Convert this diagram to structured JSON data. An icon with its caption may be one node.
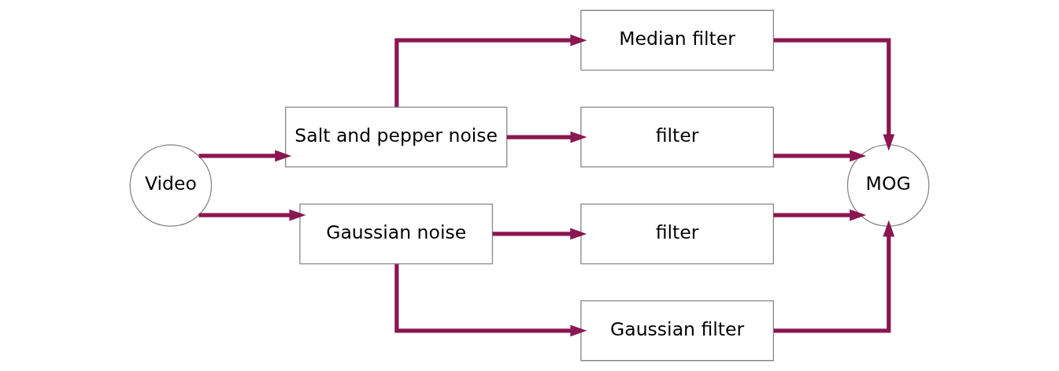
{
  "diagram": {
    "nodes": [
      {
        "text": [
          "Video"
        ]
      },
      {
        "text": [
          "Salt and pepper noise"
        ]
      },
      {
        "text": [
          "Gaussian noise"
        ]
      },
      {
        "text": [
          "Median filter"
        ]
      },
      {
        "text": [
          "filter"
        ]
      },
      {
        "text": [
          "filter"
        ]
      },
      {
        "text": [
          "Gaussian filter"
        ]
      },
      {
        "text": [
          "MOG"
        ]
      }
    ],
    "edges": [
      {
        "from": 0,
        "to": 1,
        "arrow": "to"
      },
      {
        "from": 0,
        "to": 2,
        "arrow": "to"
      },
      {
        "from": 1,
        "to": 3,
        "arrow": "to"
      },
      {
        "from": 1,
        "to": 4,
        "arrow": "to"
      },
      {
        "from": 2,
        "to": 5,
        "arrow": "to"
      },
      {
        "from": 2,
        "to": 6,
        "arrow": "to"
      },
      {
        "from": 3,
        "to": 7,
        "arrow": "to"
      },
      {
        "from": 4,
        "to": 7,
        "arrow": "to"
      },
      {
        "from": 5,
        "to": 7,
        "arrow": "to"
      },
      {
        "from": 6,
        "to": 7,
        "arrow": "to"
      }
    ]
  }
}
